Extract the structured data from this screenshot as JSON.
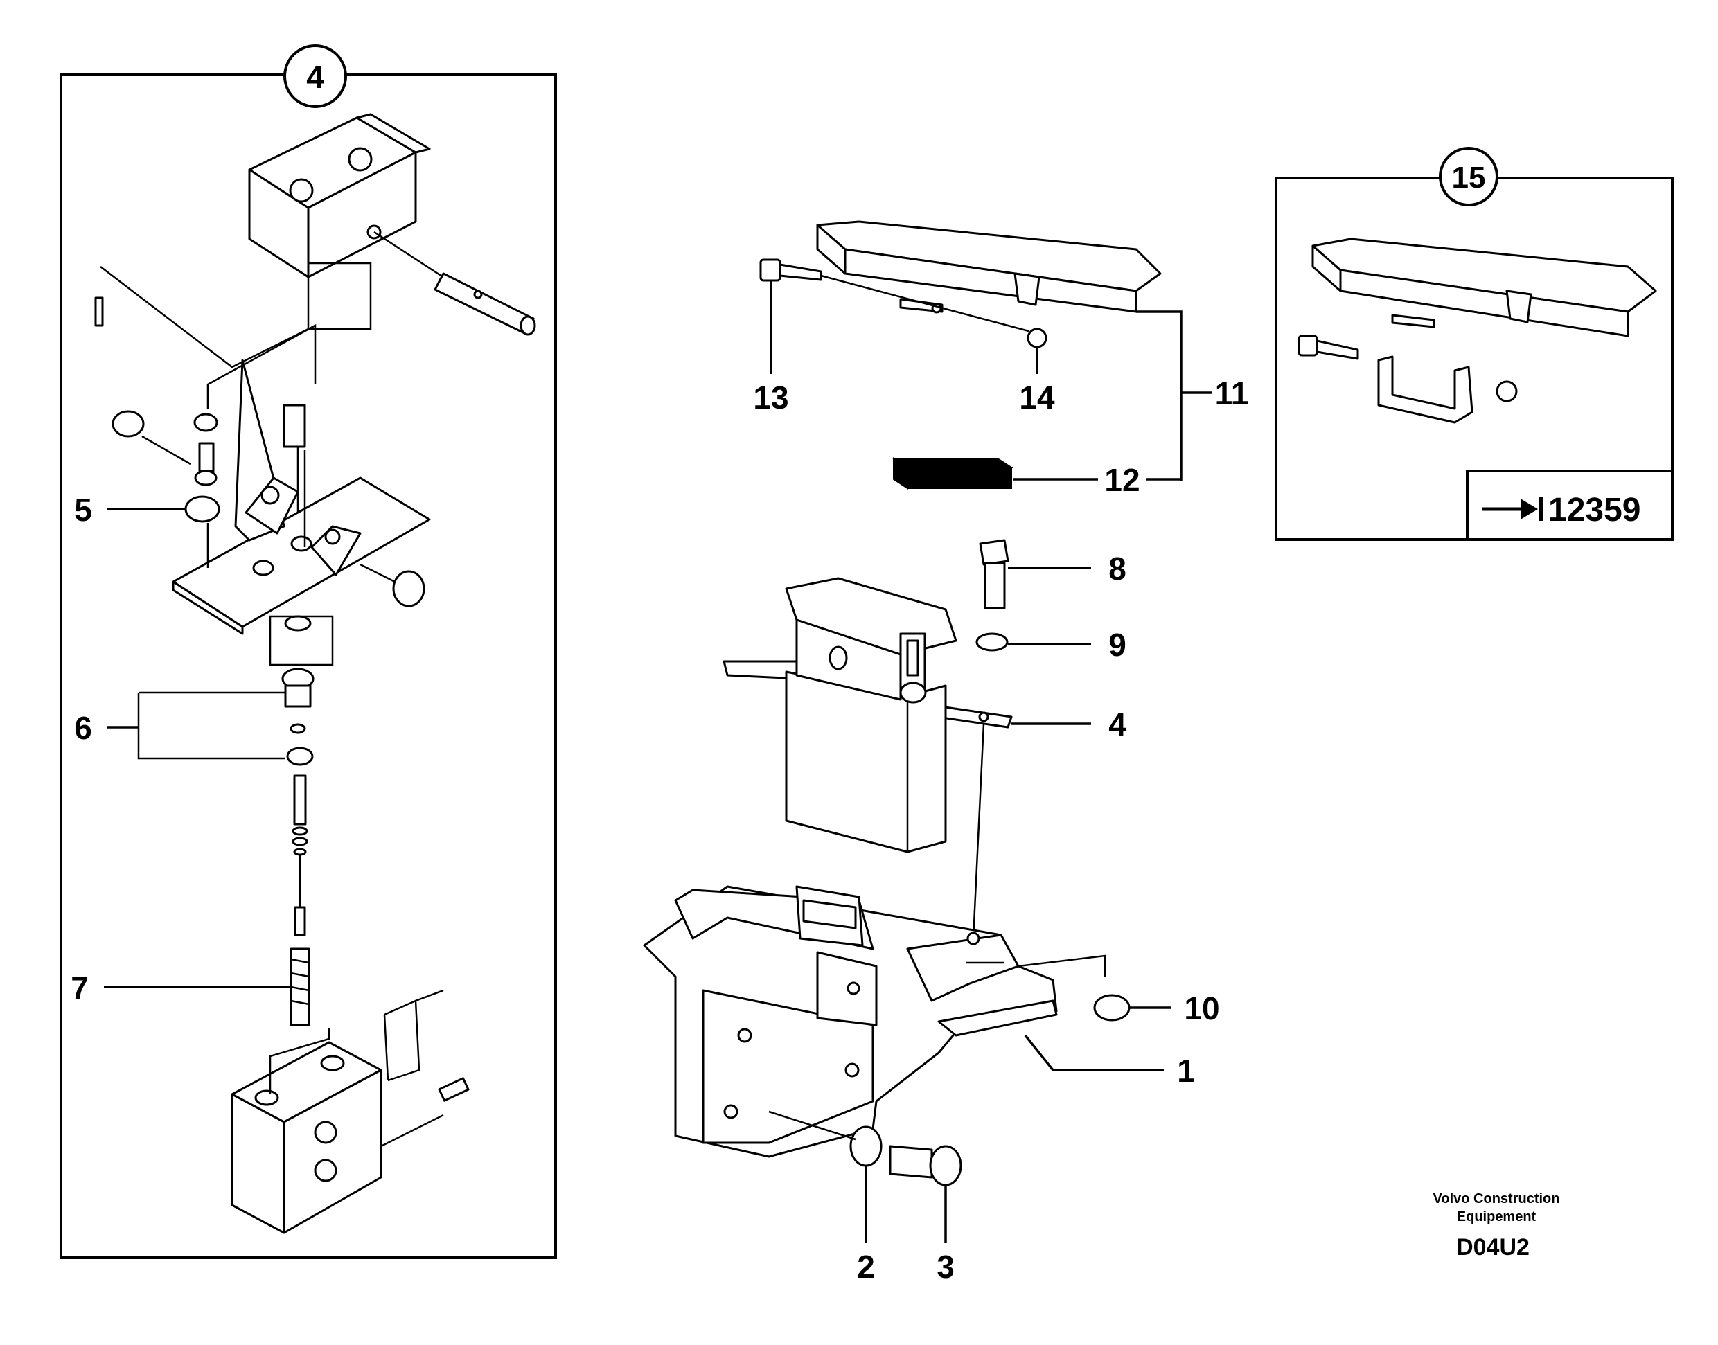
{
  "detail_views": [
    {
      "id": "4",
      "label": "4"
    },
    {
      "id": "15",
      "label": "15"
    }
  ],
  "callouts": [
    {
      "id": "1",
      "label": "1"
    },
    {
      "id": "2",
      "label": "2"
    },
    {
      "id": "3",
      "label": "3"
    },
    {
      "id": "4",
      "label": "4"
    },
    {
      "id": "5",
      "label": "5"
    },
    {
      "id": "6",
      "label": "6"
    },
    {
      "id": "7",
      "label": "7"
    },
    {
      "id": "8",
      "label": "8"
    },
    {
      "id": "9",
      "label": "9"
    },
    {
      "id": "10",
      "label": "10"
    },
    {
      "id": "11",
      "label": "11"
    },
    {
      "id": "12",
      "label": "12"
    },
    {
      "id": "13",
      "label": "13"
    },
    {
      "id": "14",
      "label": "14"
    }
  ],
  "reference": {
    "arrow_icon": "arrow-right-bar-icon",
    "number": "12359"
  },
  "footer": {
    "company_line1": "Volvo Construction",
    "company_line2": "Equipement",
    "code": "D04U2"
  }
}
